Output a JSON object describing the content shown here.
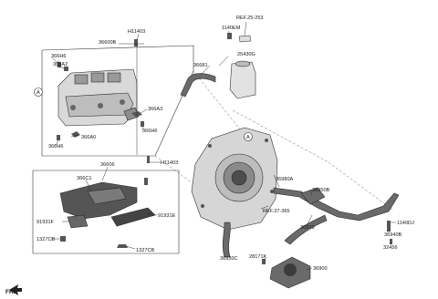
{
  "labels": {
    "h11403_top": "H11403",
    "p36600b": "36600B",
    "p366h6_a": "366H6",
    "p366a2": "366A2",
    "p366a3": "366A3",
    "p366a0": "366A0",
    "p366h6_b": "366H6",
    "p366h6_c": "366H6",
    "p1140em": "1140EM",
    "ref25": "REF.25-253",
    "p25430g": "25430G",
    "p36681": "36681",
    "h11403_mid": "H11403",
    "p36606": "36606",
    "p366c1": "366C1",
    "p91931f": "91931F",
    "p91931e": "91931E",
    "p1327cb_a": "1327CB",
    "p1327cb_b": "1327CB",
    "p36980a": "36980A",
    "p36950b": "36950B",
    "ref37": "REF.37-365",
    "p36933": "36933",
    "p1140dj": "1140DJ",
    "p36940b": "36940B",
    "p32456": "32456",
    "p36930c": "36930C",
    "p28171k": "28171K",
    "p36900": "36900",
    "callout_a": "A",
    "callout_a2": "A",
    "fr": "FR."
  }
}
